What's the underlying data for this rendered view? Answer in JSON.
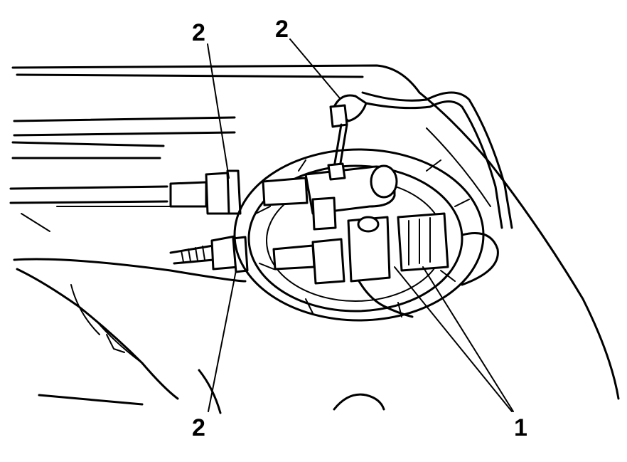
{
  "callouts": {
    "top_left": "2",
    "top_center": "2",
    "bottom_left": "2",
    "bottom_right": "1"
  },
  "colors": {
    "line": "#000000",
    "background": "#ffffff"
  }
}
